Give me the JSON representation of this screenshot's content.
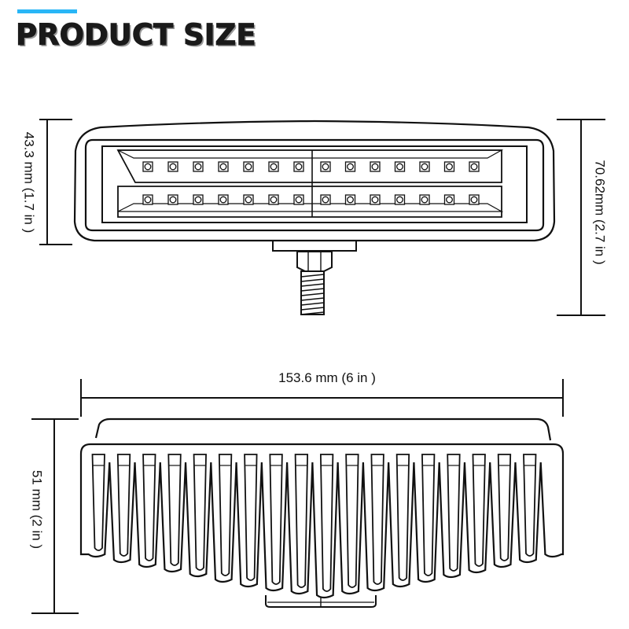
{
  "header": {
    "title": "PRODUCT SIZE",
    "accent_color": "#29b6f6"
  },
  "dimensions": {
    "front_height": "43.3 mm (1.7 in )",
    "total_height": "70.62mm (2.7 in )",
    "width": "153.6 mm (6 in )",
    "depth": "51 mm (2 in )"
  },
  "colors": {
    "line": "#111111",
    "fill": "#ffffff"
  }
}
